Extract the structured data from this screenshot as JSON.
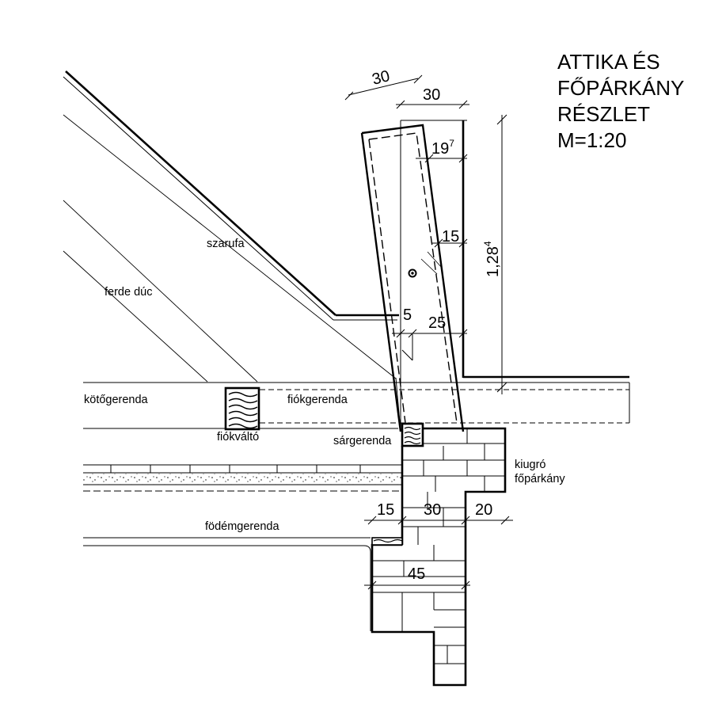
{
  "title": {
    "line1": "ATTIKA ÉS",
    "line2": "FŐPÁRKÁNY",
    "line3": "RÉSZLET",
    "scale": "M=1:20"
  },
  "labels": {
    "szarufa": "szarufa",
    "ferde_duc": "ferde dúc",
    "kotogerenda": "kötőgerenda",
    "fiokgerenda": "fiókgerenda",
    "fiokvalto": "fiókváltó",
    "sargerenda": "sárgerenda",
    "kiugro": "kiugró",
    "foparkany": "főpárkány",
    "fodemgerenda": "födémgerenda"
  },
  "dimensions": {
    "d30_tilt": "30",
    "d30_top": "30",
    "d19": "19",
    "d19_sup": "7",
    "d15_wall": "15",
    "d128": "1,28",
    "d128_sup": "4",
    "d5": "5",
    "d25": "25",
    "d15_low": "15",
    "d30_low": "30",
    "d20_low": "20",
    "d45": "45"
  },
  "colors": {
    "line": "#000000",
    "background": "#ffffff"
  }
}
